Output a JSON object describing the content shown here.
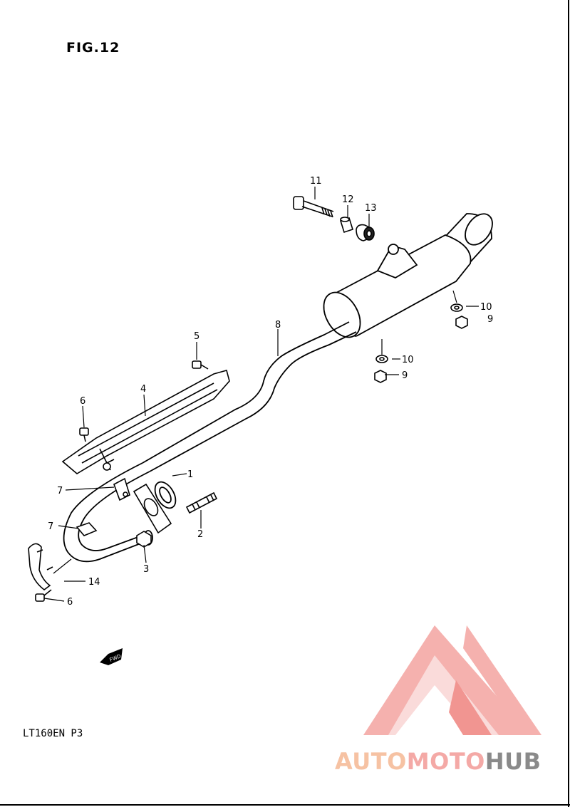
{
  "figure": {
    "title": "FIG.12"
  },
  "model_code": "LT160EN P3",
  "fwd_label": "FWD",
  "watermark": {
    "auto": "AUTO",
    "moto": "MOTO",
    "hub": "HUB"
  },
  "colors": {
    "watermark_red": "#f4a9a6",
    "watermark_orange": "#f6c2a3",
    "watermark_gray": "#8a8a8a"
  },
  "callouts": {
    "c1": "1",
    "c2": "2",
    "c3": "3",
    "c4": "4",
    "c5": "5",
    "c6a": "6",
    "c6b": "6",
    "c7a": "7",
    "c7b": "7",
    "c8": "8",
    "c9a": "9",
    "c9b": "9",
    "c10a": "10",
    "c10b": "10",
    "c11": "11",
    "c12": "12",
    "c13": "13",
    "c14": "14"
  }
}
